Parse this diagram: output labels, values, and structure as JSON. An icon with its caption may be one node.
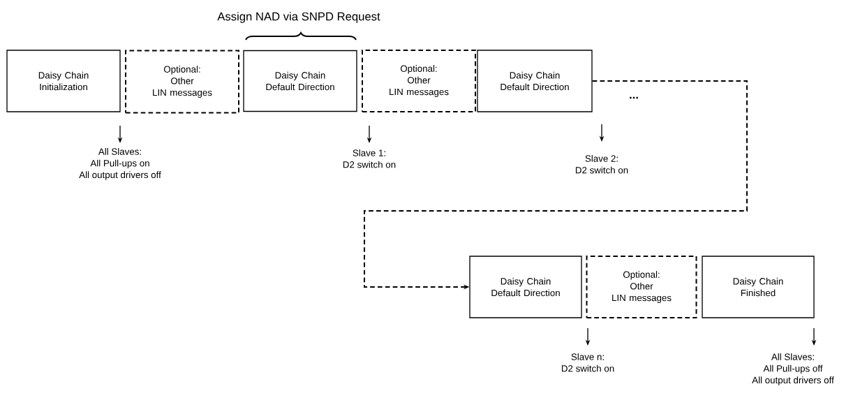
{
  "diagram": {
    "nodes": [
      {
        "text": [
          "Daisy Chain Initialization"
        ]
      },
      {
        "text": [
          "Optional:",
          "Other",
          "LIN messages"
        ]
      },
      {
        "text": [
          "Daisy Chain Default Direction"
        ]
      },
      {
        "text": [
          "Optional:",
          "Other",
          "LIN messages"
        ]
      },
      {
        "text": [
          "Daisy Chain Default Direction"
        ]
      },
      {
        "text": [
          "Daisy Chain Default Direction"
        ]
      },
      {
        "text": [
          "Optional:",
          "Other",
          "LIN messages"
        ]
      },
      {
        "text": [
          "Daisy Chain Finished"
        ]
      },
      {
        "text": [
          "All Slaves:",
          "All Pull-ups on",
          "All output drivers off"
        ]
      },
      {
        "text": [
          "Slave 1:",
          "D2 switch on"
        ]
      },
      {
        "text": [
          "Slave 2:",
          "D2 switch on"
        ]
      },
      {
        "text": [
          "Slave n:",
          "D2 switch on"
        ]
      },
      {
        "text": [
          "All Slaves:",
          "All Pull-ups off",
          "All output drivers off"
        ]
      }
    ],
    "edges": [
      {
        "from": 4,
        "to": 5,
        "arrow": "to",
        "style": "dashed"
      },
      {
        "from": null,
        "to": 8,
        "arrow": "to"
      },
      {
        "from": null,
        "to": 9,
        "arrow": "to"
      },
      {
        "from": null,
        "to": 10,
        "arrow": "to"
      },
      {
        "from": null,
        "to": 11,
        "arrow": "to"
      },
      {
        "from": null,
        "to": 12,
        "arrow": "to"
      }
    ],
    "labels": [
      "Assign NAD via SNPD Request",
      "..."
    ]
  }
}
